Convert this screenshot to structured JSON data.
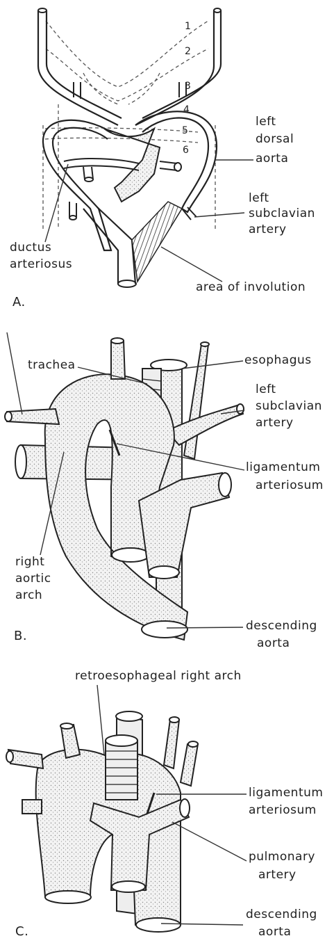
{
  "panel_a": {
    "letter": "A.",
    "arch_numbers": [
      "1",
      "2",
      "3",
      "4",
      "5",
      "6"
    ],
    "labels": {
      "left_dorsal_line1": "left",
      "left_dorsal_line2": "dorsal",
      "left_dorsal_line3": "aorta",
      "left_subclavian_line1": "left",
      "left_subclavian_line2": "subclavian",
      "left_subclavian_line3": "artery",
      "ductus_line1": "ductus",
      "ductus_line2": "arteriosus",
      "area_of_involution": "area of involution"
    }
  },
  "panel_b": {
    "letter": "B.",
    "labels": {
      "trachea": "trachea",
      "esophagus": "esophagus",
      "left_subclavian_line1": "left",
      "left_subclavian_line2": "subclavian",
      "left_subclavian_line3": "artery",
      "ligamentum_line1": "ligamentum",
      "ligamentum_line2": "arteriosum",
      "right_arch_line1": "right",
      "right_arch_line2": "aortic",
      "right_arch_line3": "arch",
      "descending_line1": "descending",
      "descending_line2": "aorta"
    }
  },
  "panel_c": {
    "letter": "C.",
    "labels": {
      "retroesophageal": "retroesophageal right arch",
      "ligamentum_line1": "ligamentum",
      "ligamentum_line2": "arteriosum",
      "pulmonary_line1": "pulmonary",
      "pulmonary_line2": "artery",
      "descending_line1": "descending",
      "descending_line2": "aorta"
    }
  }
}
